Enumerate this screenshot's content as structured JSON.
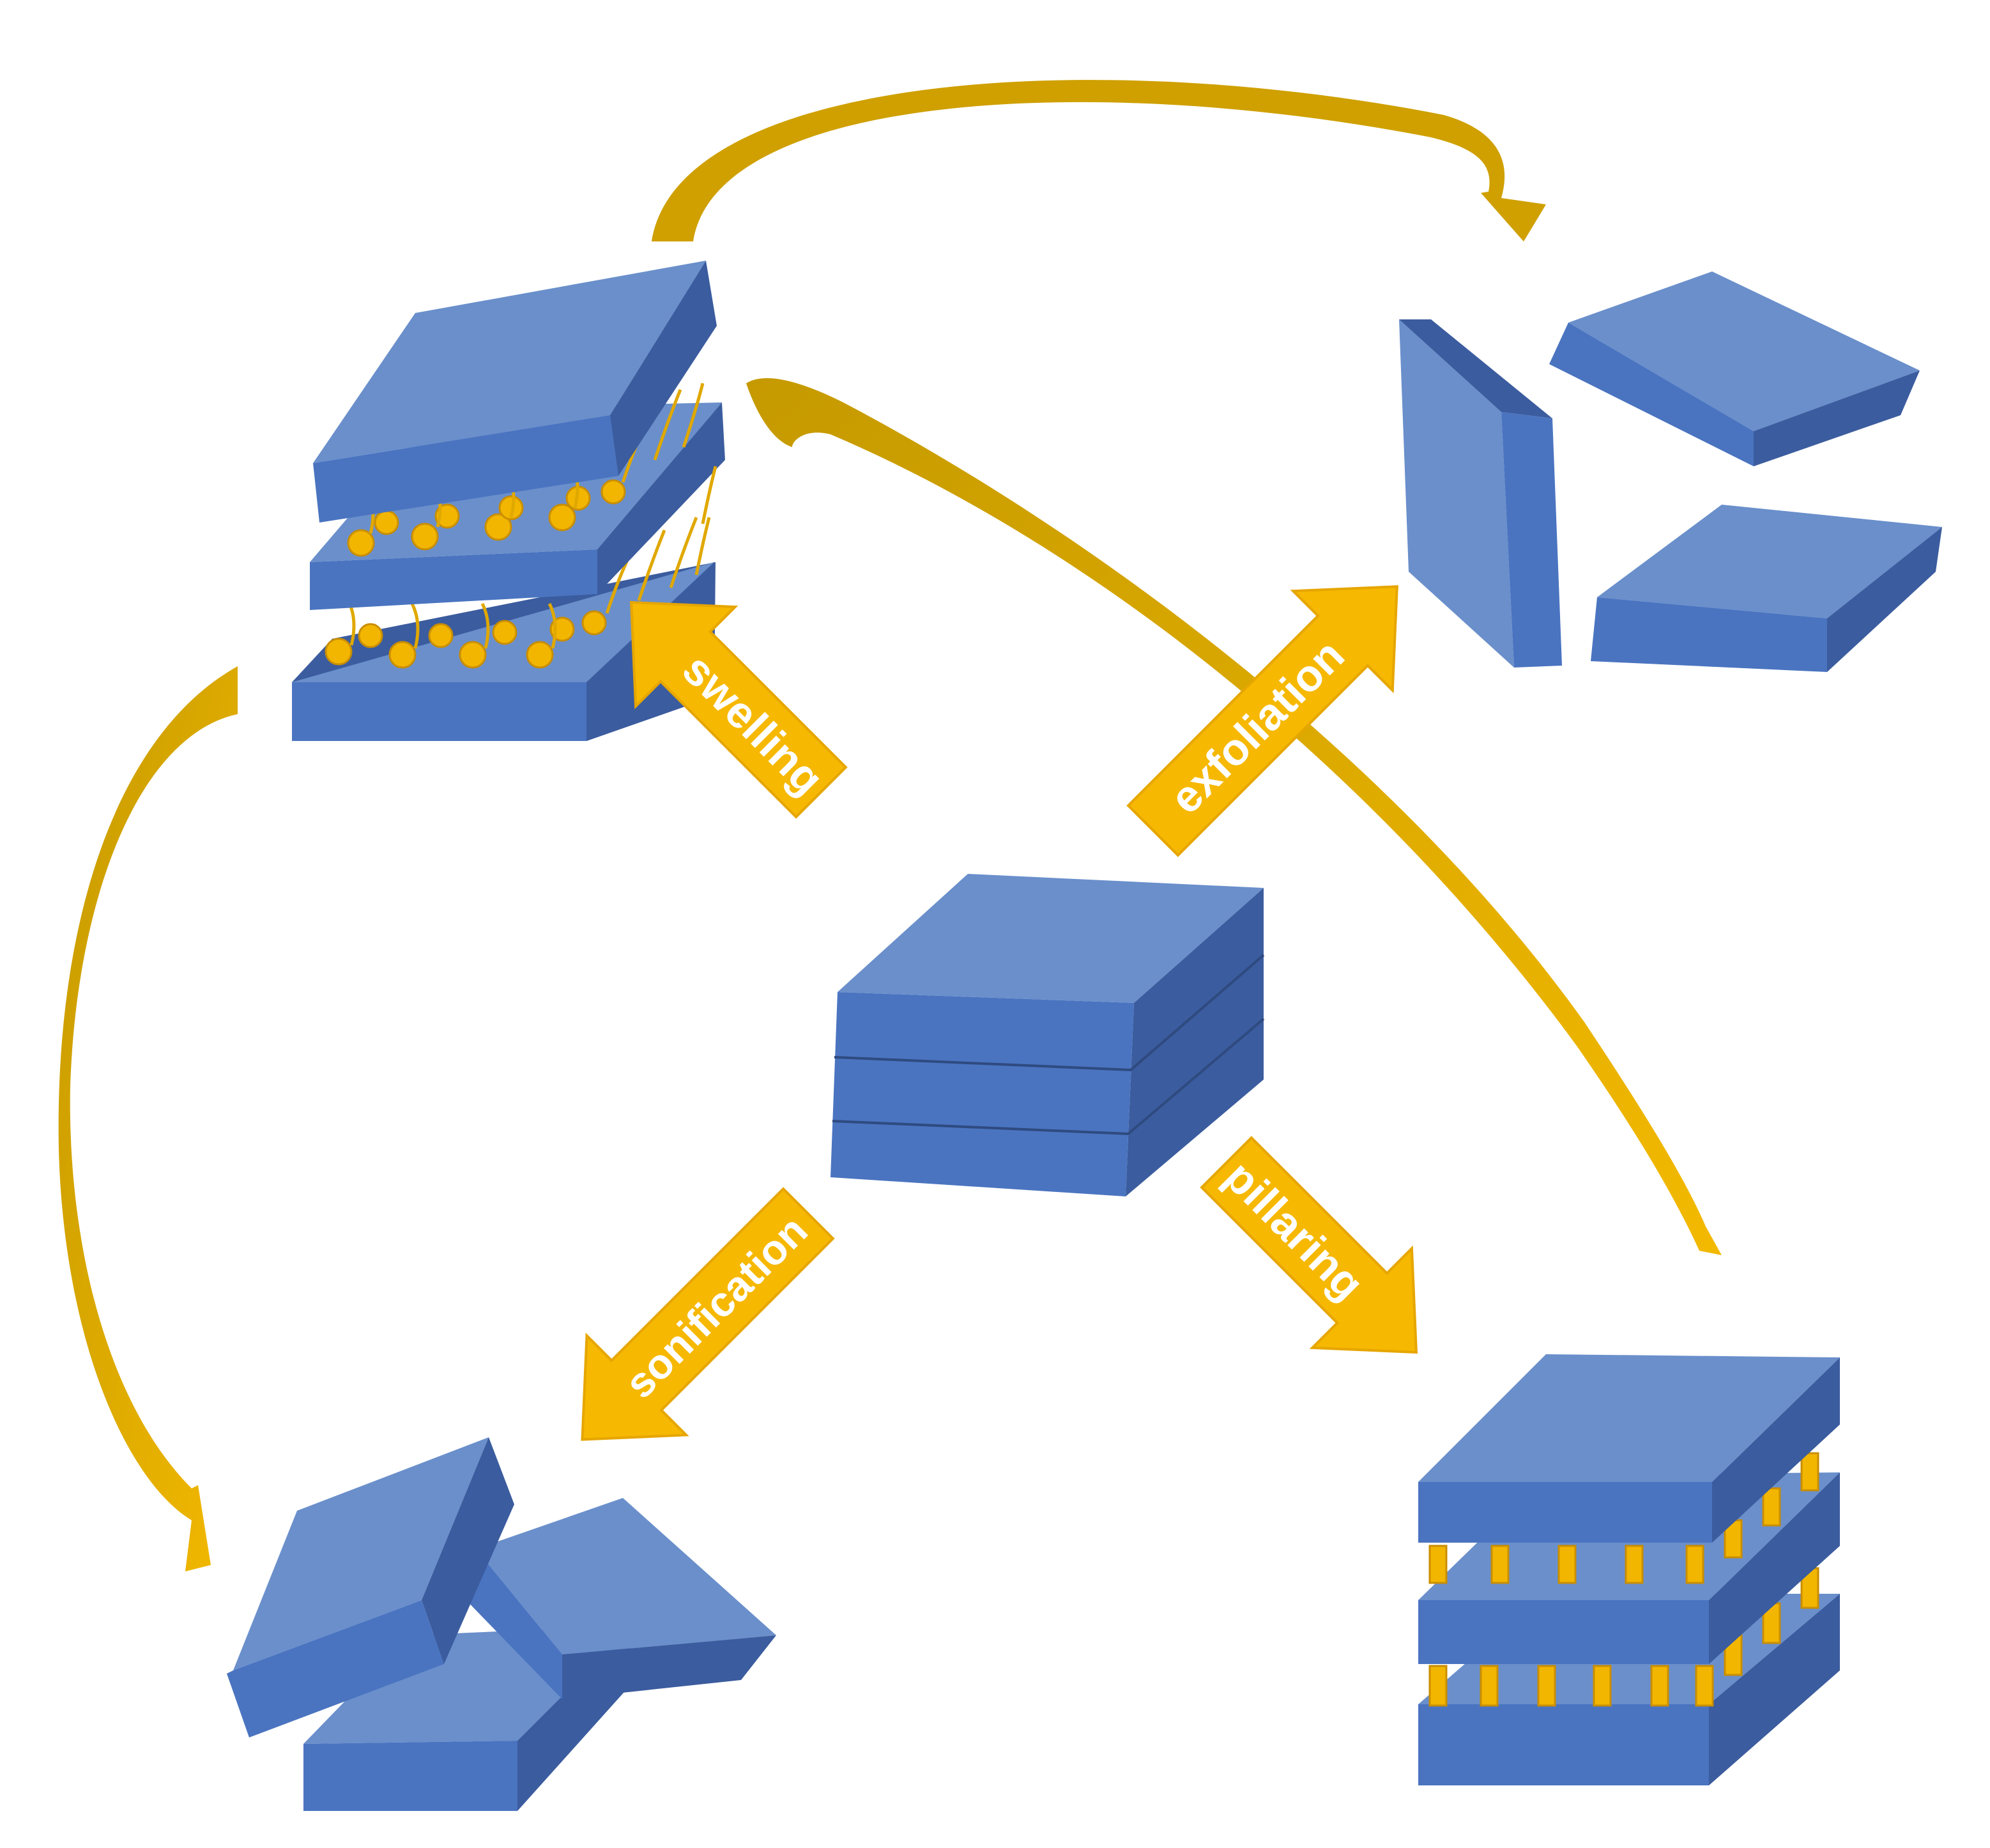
{
  "labels": {
    "swelling": "swelling",
    "exfoliation": "exfoliation",
    "sonification": "sonification",
    "pillaring": "pillaring"
  },
  "colors": {
    "block_top": "#6a8fcb",
    "block_front": "#4a74c0",
    "block_side": "#3b5c9e",
    "block_edge": "#2f4a80",
    "arrow_gold": "#f6b800",
    "arrow_gold_light": "#ffcc1a",
    "curve_gold": "#c8a000",
    "pillar": "#f2b600",
    "pillar_shade": "#c98e00"
  },
  "icons": {
    "center": "layered-stack-block",
    "swollen": "swollen-layers-with-intercalated-molecules",
    "exfoliated": "exfoliated-nanosheets",
    "sonicated": "fragmented-sheets",
    "pillared": "pillared-layered-structure"
  }
}
